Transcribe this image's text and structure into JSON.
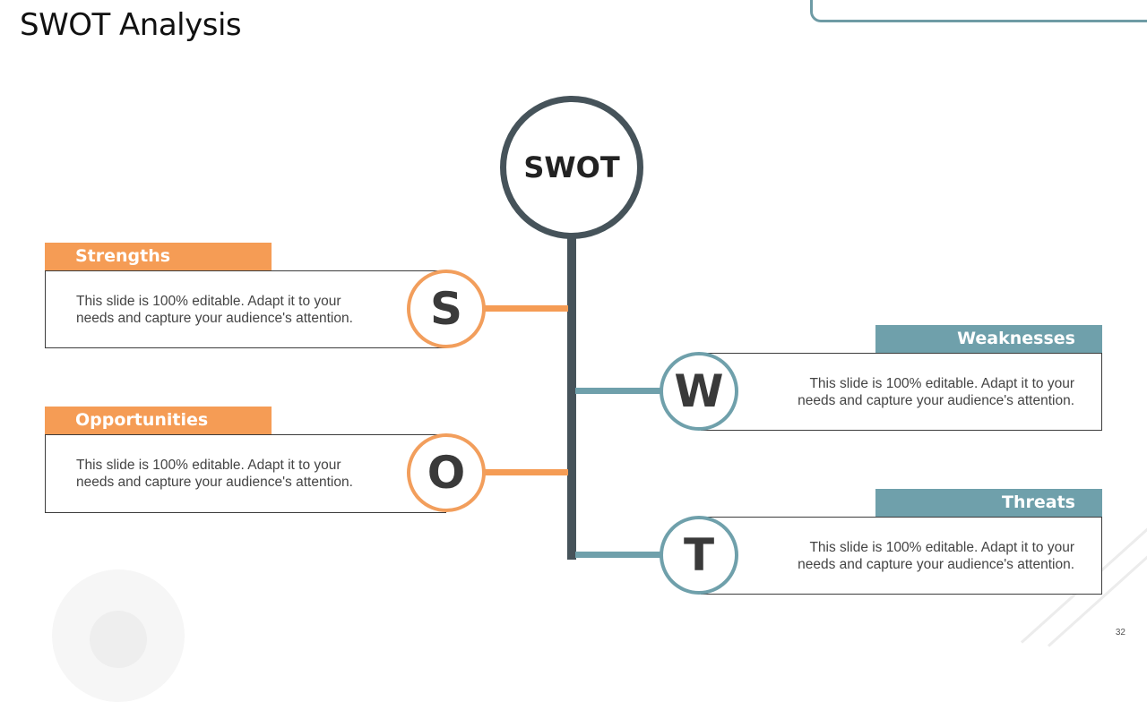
{
  "slide": {
    "title": "SWOT Analysis",
    "center_label": "SWOT",
    "page_number": "32"
  },
  "items": {
    "strengths": {
      "letter": "S",
      "label": "Strengths",
      "text_line1": "This slide is 100% editable. Adapt it to your",
      "text_line2": "needs and capture your audience's attention."
    },
    "weaknesses": {
      "letter": "W",
      "label": "Weaknesses",
      "text_line1": "This slide is 100% editable. Adapt it to your",
      "text_line2": "needs and capture your audience's attention."
    },
    "opportunities": {
      "letter": "O",
      "label": "Opportunities",
      "text_line1": "This slide is 100% editable. Adapt it to your",
      "text_line2": "needs and capture your audience's attention."
    },
    "threats": {
      "letter": "T",
      "label": "Threats",
      "text_line1": "This slide is 100% editable. Adapt it to your",
      "text_line2": "needs and capture your audience's attention."
    }
  },
  "colors": {
    "orange": "#f59c55",
    "teal": "#6fa0ab",
    "dark": "#46535a"
  },
  "icons": [
    "ring-decoration-icon"
  ]
}
